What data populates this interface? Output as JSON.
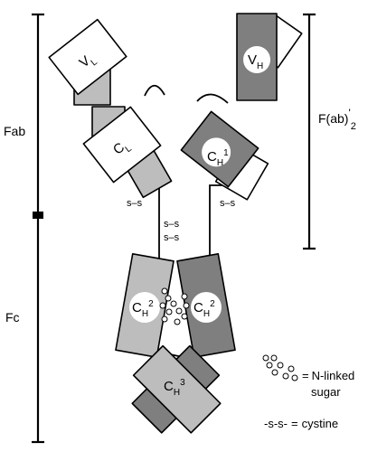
{
  "colors": {
    "light_chain": "#bdbdbd",
    "heavy_chain": "#7f7f7f",
    "white": "#ffffff",
    "line": "#000000"
  },
  "domains": {
    "vl": {
      "main": "V",
      "sub": "L"
    },
    "vh": {
      "main": "V",
      "sub": "H"
    },
    "cl": {
      "main": "C",
      "sub": "L"
    },
    "ch1": {
      "main": "C",
      "sub": "H",
      "sup": "1"
    },
    "ch2_left": {
      "main": "C",
      "sub": "H",
      "sup": "2"
    },
    "ch2_right": {
      "main": "C",
      "sub": "H",
      "sup": "2"
    },
    "ch3": {
      "main": "C",
      "sub": "H",
      "sup": "3"
    }
  },
  "regions": {
    "fab": "Fab",
    "fc": "Fc",
    "fab2": {
      "main": "F(ab)",
      "prime": "'",
      "sub": "2"
    }
  },
  "bonds": {
    "label": "s",
    "dash": "–"
  },
  "legend": {
    "nlinked_eq": "=",
    "nlinked_line1": "N-linked",
    "nlinked_line2": "sugar",
    "cystine_symbol": "-s-s-",
    "cystine_eq": "=",
    "cystine_label": "cystine"
  }
}
